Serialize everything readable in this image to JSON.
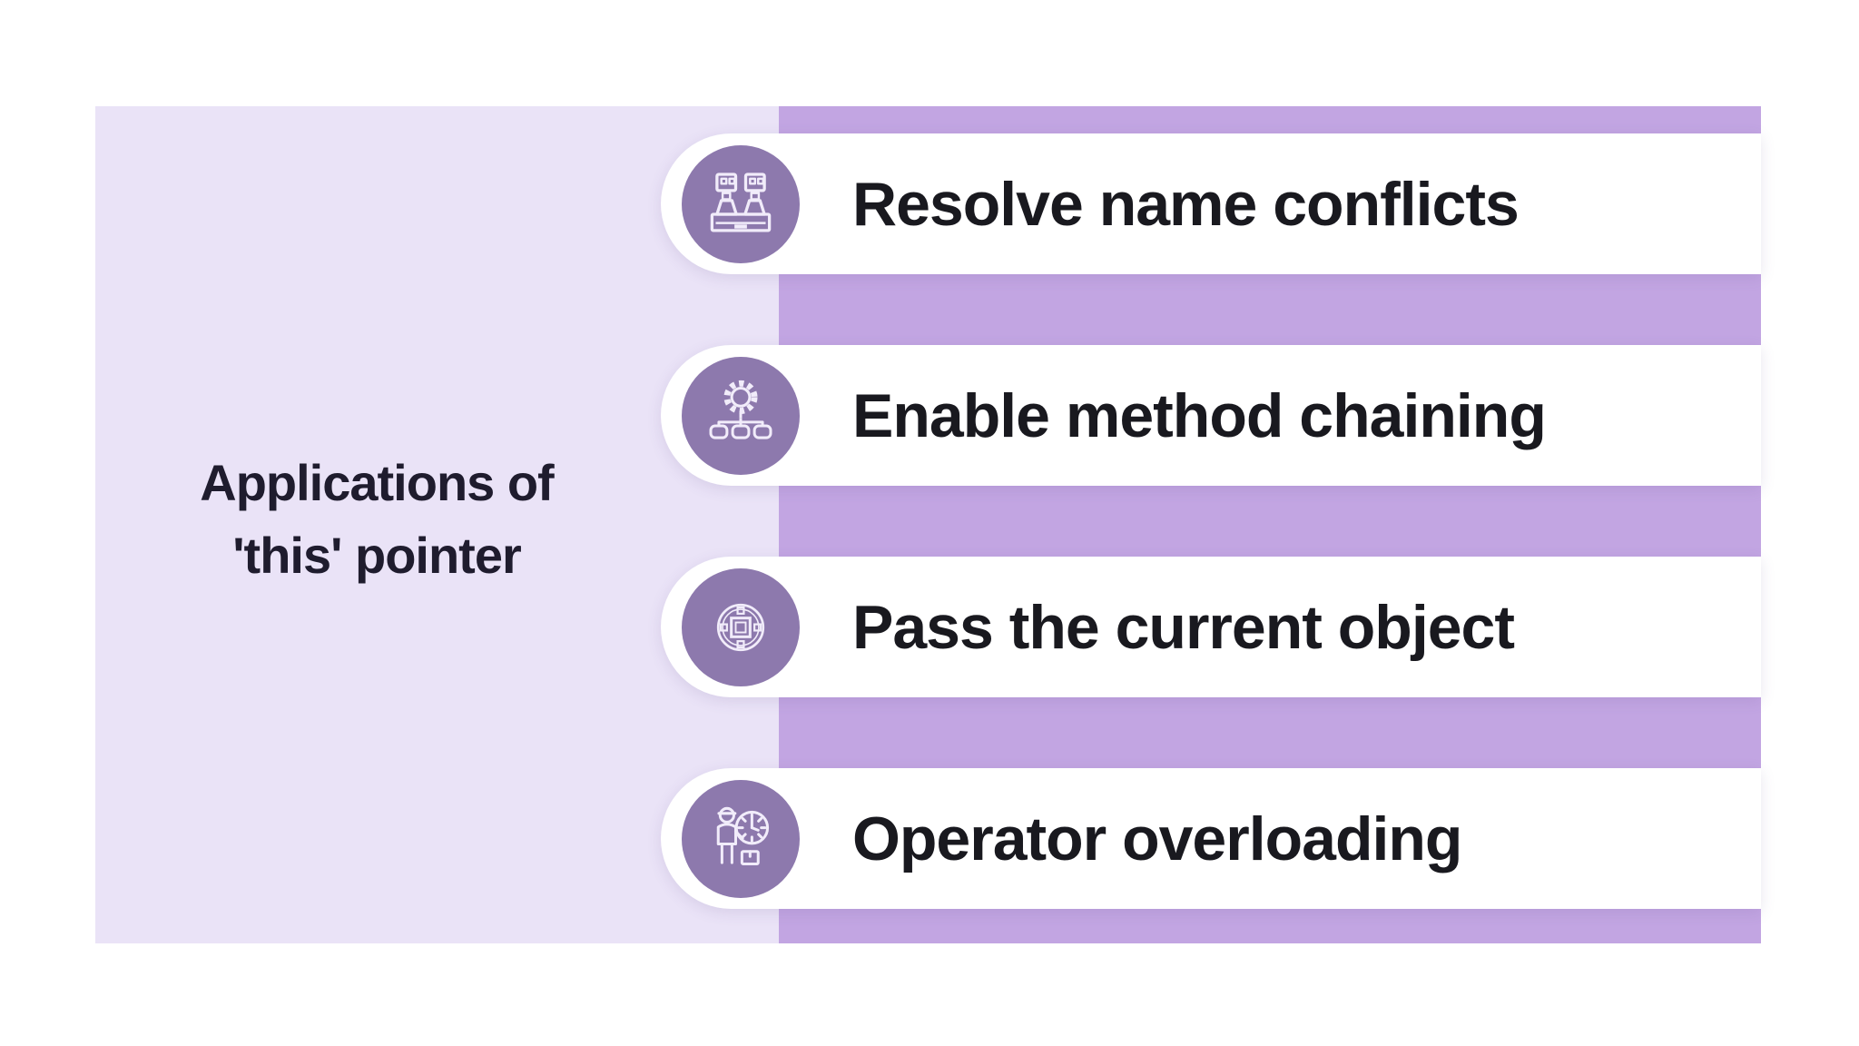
{
  "colors": {
    "page_bg": "#ffffff",
    "panel_bg": "#eae3f7",
    "band_bg": "#c2a5e2",
    "pill_bg": "#ffffff",
    "icon_circle_bg": "#8d79ad",
    "icon_stroke": "#f1ecfa",
    "title_color": "#1f1c2e",
    "label_color": "#19191f"
  },
  "panel": {
    "title_line1": "Applications of",
    "title_line2": "'this' pointer"
  },
  "items": [
    {
      "label": "Resolve name conflicts",
      "icon": "people-desk-icon"
    },
    {
      "label": "Enable method chaining",
      "icon": "gear-hierarchy-icon"
    },
    {
      "label": "Pass the current object",
      "icon": "module-target-icon"
    },
    {
      "label": "Operator overloading",
      "icon": "worker-clock-icon"
    }
  ]
}
